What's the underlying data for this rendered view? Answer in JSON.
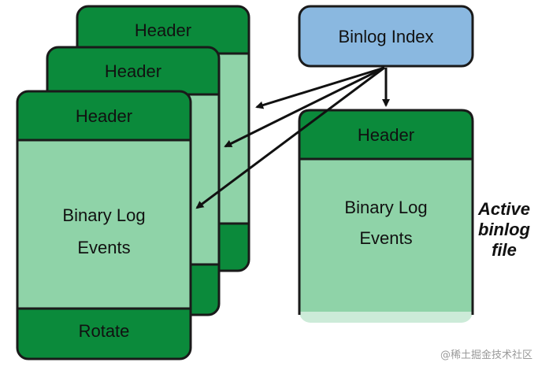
{
  "colors": {
    "header_fill": "#0b8a3b",
    "body_fill": "#8fd3a8",
    "index_fill": "#8ab8e0",
    "outline": "#1a1a1a",
    "arrow": "#111111"
  },
  "binlog_index": {
    "label": "Binlog Index"
  },
  "archived_files": [
    {
      "header": "Header"
    },
    {
      "header": "Header"
    },
    {
      "header": "Header",
      "body_lines": [
        "Binary Log",
        "Events"
      ],
      "footer": "Rotate"
    }
  ],
  "active_file": {
    "header": "Header",
    "body_lines": [
      "Binary Log",
      "Events"
    ],
    "caption_lines": [
      "Active",
      "binlog",
      "file"
    ]
  },
  "watermark": "@稀土掘金技术社区"
}
